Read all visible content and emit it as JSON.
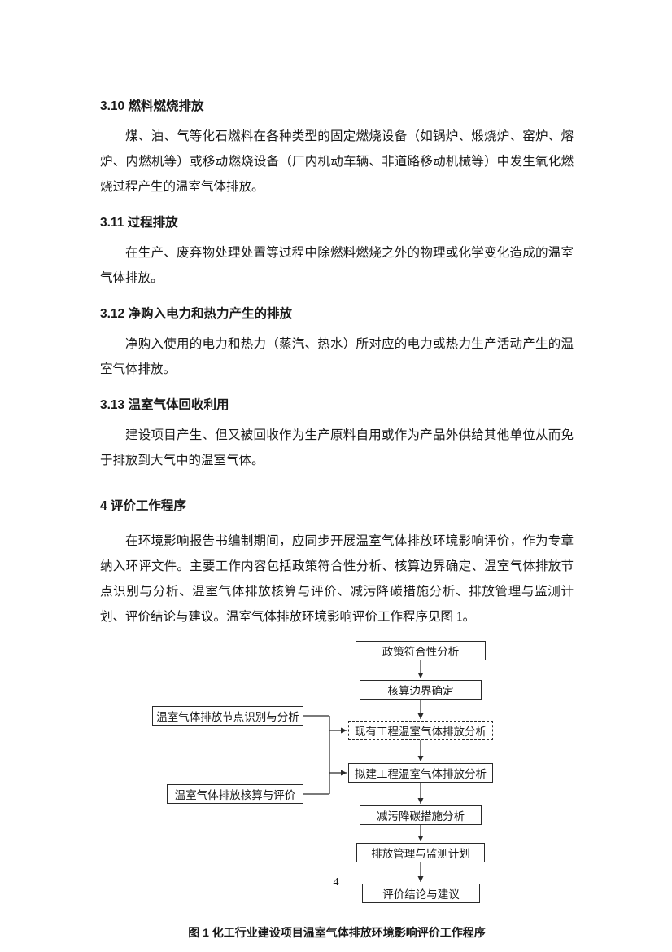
{
  "sections": [
    {
      "heading": "3.10 燃料燃烧排放",
      "paragraphs": [
        "煤、油、气等化石燃料在各种类型的固定燃烧设备（如锅炉、煅烧炉、窑炉、熔炉、内燃机等）或移动燃烧设备（厂内机动车辆、非道路移动机械等）中发生氧化燃烧过程产生的温室气体排放。"
      ]
    },
    {
      "heading": "3.11 过程排放",
      "paragraphs": [
        "在生产、废弃物处理处置等过程中除燃料燃烧之外的物理或化学变化造成的温室气体排放。"
      ]
    },
    {
      "heading": "3.12 净购入电力和热力产生的排放",
      "paragraphs": [
        "净购入使用的电力和热力（蒸汽、热水）所对应的电力或热力生产活动产生的温室气体排放。"
      ]
    },
    {
      "heading": "3.13 温室气体回收利用",
      "paragraphs": [
        "建设项目产生、但又被回收作为生产原料自用或作为产品外供给其他单位从而免于排放到大气中的温室气体。"
      ]
    },
    {
      "heading": "4 评价工作程序",
      "paragraphs": [
        "在环境影响报告书编制期间，应同步开展温室气体排放环境影响评价，作为专章纳入环评文件。主要工作内容包括政策符合性分析、核算边界确定、温室气体排放节点识别与分析、温室气体排放核算与评价、减污降碳措施分析、排放管理与监测计划、评价结论与建议。温室气体排放环境影响评价工作程序见图 1。"
      ]
    }
  ],
  "flowchart": {
    "main_steps": [
      "政策符合性分析",
      "核算边界确定",
      "现有工程温室气体排放分析",
      "拟建工程温室气体排放分析",
      "减污降碳措施分析",
      "排放管理与监测计划",
      "评价结论与建议"
    ],
    "side_steps": [
      "温室气体排放节点识别与分析",
      "温室气体排放核算与评价"
    ]
  },
  "figure_caption": "图 1 化工行业建设项目温室气体排放环境影响评价工作程序",
  "page_number": "4"
}
